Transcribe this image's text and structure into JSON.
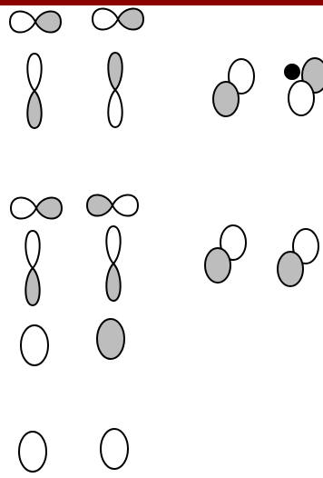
{
  "colors": {
    "top_bar": "#8b0000",
    "shaded": "#bdbdbd",
    "unshaded": "#ffffff",
    "dot": "#000000",
    "outline": "#000000"
  },
  "orbitals": [
    {
      "kind": "bowtie-horizontal",
      "shading": [
        "unshaded",
        "shaded"
      ]
    },
    {
      "kind": "bowtie-horizontal",
      "shading": [
        "unshaded",
        "shaded"
      ]
    },
    {
      "kind": "dumbbell-vertical",
      "shading": [
        "unshaded",
        "shaded"
      ]
    },
    {
      "kind": "dumbbell-vertical",
      "shading": [
        "shaded",
        "unshaded"
      ]
    },
    {
      "kind": "overlapping-pair",
      "shading": [
        "unshaded",
        "shaded"
      ]
    },
    {
      "kind": "overlapping-pair-with-dot",
      "shading": [
        "shaded",
        "unshaded",
        "dot"
      ]
    },
    {
      "kind": "bowtie-horizontal",
      "shading": [
        "unshaded",
        "shaded"
      ]
    },
    {
      "kind": "bowtie-horizontal",
      "shading": [
        "shaded",
        "unshaded"
      ]
    },
    {
      "kind": "dumbbell-vertical",
      "shading": [
        "unshaded",
        "shaded"
      ]
    },
    {
      "kind": "dumbbell-vertical",
      "shading": [
        "unshaded",
        "shaded"
      ]
    },
    {
      "kind": "overlapping-pair",
      "shading": [
        "unshaded",
        "shaded"
      ]
    },
    {
      "kind": "overlapping-pair",
      "shading": [
        "unshaded",
        "shaded"
      ]
    },
    {
      "kind": "sphere",
      "shading": [
        "unshaded"
      ]
    },
    {
      "kind": "sphere",
      "shading": [
        "shaded"
      ]
    },
    {
      "kind": "sphere",
      "shading": [
        "unshaded"
      ]
    },
    {
      "kind": "sphere",
      "shading": [
        "unshaded"
      ]
    }
  ]
}
